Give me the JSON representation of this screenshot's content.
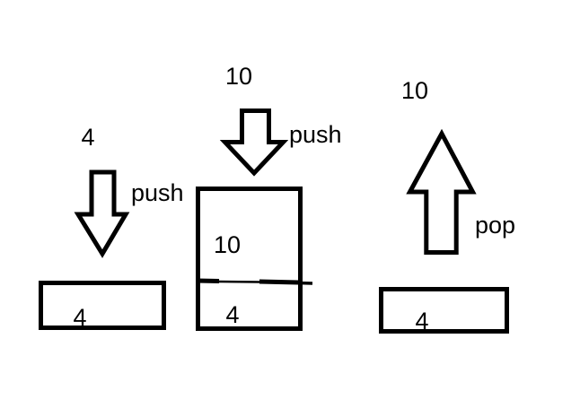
{
  "colors": {
    "ink": "#000000",
    "background": "#ffffff"
  },
  "steps": [
    {
      "id": "push-4",
      "operation": "push",
      "operand": "4",
      "arrow": "down",
      "stack": [
        "4"
      ]
    },
    {
      "id": "push-10",
      "operation": "push",
      "operand": "10",
      "arrow": "down",
      "stack": [
        "10",
        "4"
      ]
    },
    {
      "id": "pop-10",
      "operation": "pop",
      "operand": "10",
      "arrow": "up",
      "stack": [
        "4"
      ]
    }
  ]
}
